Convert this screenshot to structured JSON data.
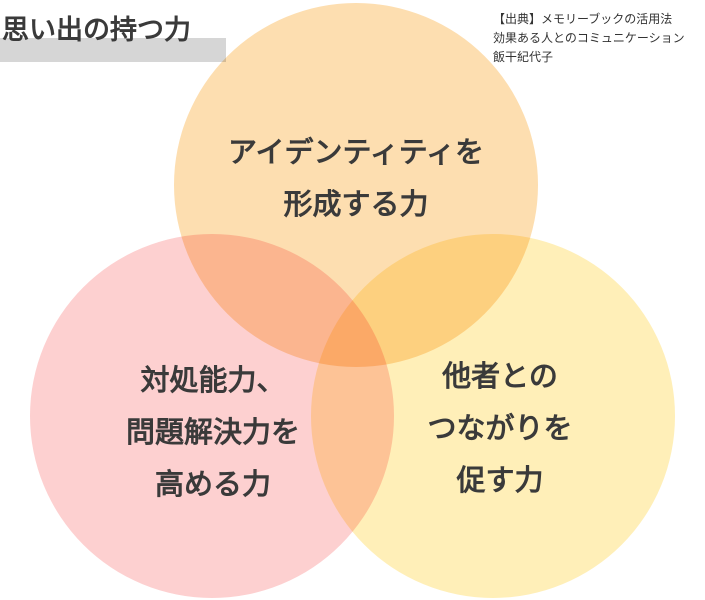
{
  "title": "思い出の持つ力",
  "source": [
    "【出典】メモリーブックの活用法",
    "効果ある人とのコミュニケーション",
    "飯干紀代子"
  ],
  "circles": {
    "top": {
      "lines": [
        "アイデンティティを",
        "形成する力"
      ],
      "color": "#fddeb0"
    },
    "left": {
      "lines": [
        "対処能力、",
        "問題解決力を",
        "高める力"
      ],
      "color": "#fdd0d0"
    },
    "right": {
      "lines": [
        "他者との",
        "つながりを",
        "促す力"
      ],
      "color": "#ffefb8"
    }
  }
}
